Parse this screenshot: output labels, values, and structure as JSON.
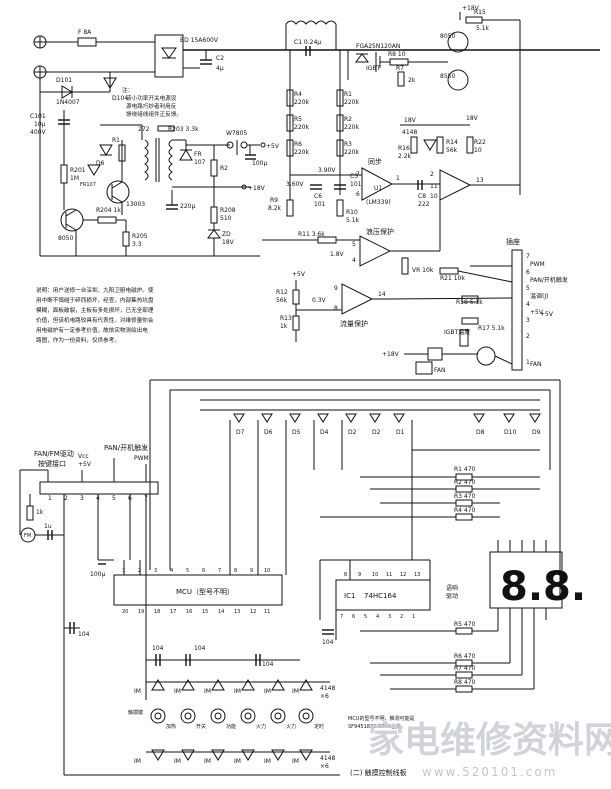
{
  "top_circuit": {
    "fuse": "F 8A",
    "bridge": "BD 15A600V",
    "c_bridge": [
      "C2",
      "4μ"
    ],
    "diode_d101": [
      "D101",
      "1N4007"
    ],
    "d104": "D104",
    "c101": [
      "C101",
      "10μ",
      "400V"
    ],
    "r201": [
      "R201",
      "1M"
    ],
    "r204": "R204 1k",
    "r205": [
      "R205",
      "3.3"
    ],
    "q8050": "8050",
    "q13003": "13003",
    "d6": "D6",
    "r1": "R1",
    "fr107a": "FR107",
    "r272": "272",
    "r203": "R203 3.3k",
    "fr107b": [
      "FR",
      "107"
    ],
    "c220": "220μ",
    "r2": "R2",
    "reg7805": "W7805",
    "c100": "100μ",
    "v5": "+5V",
    "v18": "+18V",
    "r208": [
      "R208",
      "510"
    ],
    "zd18": [
      "ZD",
      "18V"
    ],
    "coil_c1": "C1 0.24μ",
    "igbt": [
      "FGA25N120AN",
      "IGBT"
    ],
    "r8": "R8  10",
    "r7": "R7",
    "r7v": "2k",
    "rail18": "+18V",
    "r15": [
      "R15",
      "5.1k"
    ],
    "q8050b": "8050",
    "q8550": "8550",
    "r4": [
      "R4",
      "220k"
    ],
    "r5": [
      "R5",
      "220k"
    ],
    "r6": [
      "R6",
      "220k"
    ],
    "r1b": [
      "R1",
      "220k"
    ],
    "r2b": [
      "R2",
      "220k"
    ],
    "r3": [
      "R3",
      "220k"
    ],
    "c4148": "4148",
    "r16": [
      "R16",
      "2.2k"
    ],
    "r14": [
      "R14",
      "56k"
    ],
    "r22": [
      "R22",
      "10"
    ],
    "rail18b": "18V",
    "sync": "同步",
    "v360": "3.60V",
    "v390": "3.90V",
    "c5": [
      "C5",
      "101"
    ],
    "c6": [
      "C6",
      "101"
    ],
    "u1": [
      "U1",
      "(LM339)"
    ],
    "c8": [
      "C8",
      "222"
    ],
    "pins": [
      "7",
      "6",
      "1",
      "2",
      "11",
      "10",
      "13",
      "5",
      "4",
      "9",
      "8",
      "14"
    ],
    "r9": [
      "R9",
      "8.2k"
    ],
    "r10": [
      "R10",
      "5.1k"
    ],
    "r11": "R11 3.6k",
    "v18b": "1.8V",
    "surge": "浪压保护",
    "vr": "VR 10k",
    "r21": "R21 10k",
    "r12": [
      "R12",
      "56k"
    ],
    "r13": [
      "R13",
      "1k"
    ],
    "v03": "0.3V",
    "flow": "流量保护",
    "p5v": "+5V",
    "p5v2": "+5V",
    "r18": "R18 5.1k",
    "r17": "R17 5.1k",
    "igbt_temp": "IGBT温度",
    "fan_vcc": "+18V",
    "fan": "FAN",
    "connector_title": "插座",
    "connector_pins": [
      "7",
      "6",
      "5",
      "4",
      "3",
      "2",
      "1"
    ],
    "connector_labels": [
      "PWM",
      "PAN/开机触发",
      "温调(J)",
      "+5V",
      "",
      "FAN"
    ],
    "note_lines": [
      "说明：用户送修一台深圳、九阳卫厨电磁炉。使",
      "用中断不慎碰于碎而损坏，经查，内部集热坑盘",
      "模糊，面板破裂，主板有多处损坏，已无全部理",
      "价值，但该机电路较具有代表性，对维修量你会",
      "用电磁炉有一定参考价值，故依实物测绘出电",
      "路图，作为一份资料，仅供参考。"
    ],
    "side_note": [
      "注：",
      "该小功率开关电源设",
      "源电路巧妙者利用反",
      "馈绕组线组件正反馈。"
    ]
  },
  "bottom_circuit": {
    "connector_title": [
      "FAN/FM驱动",
      "按键接口"
    ],
    "vcc": "Vcc",
    "v5": "+5V",
    "pan_title": "PAN/开机触发",
    "pwm": "PWM",
    "conn_pins": [
      "1",
      "2",
      "3",
      "4",
      "5",
      "6",
      "7"
    ],
    "r1k": "1k",
    "fm": "FM",
    "cap1u": "1u",
    "cap100u": "100μ",
    "mcu": "MCU（型号不明）",
    "mcu_top_pins": [
      "1",
      "2",
      "3",
      "4",
      "5",
      "6",
      "7",
      "8",
      "9",
      "10"
    ],
    "mcu_bot_pins": [
      "20",
      "19",
      "18",
      "17",
      "16",
      "15",
      "14",
      "13",
      "12",
      "11"
    ],
    "c104": "104",
    "ic1": [
      "IC1",
      "74HC164"
    ],
    "ic_top_pins": [
      "8",
      "9",
      "10",
      "11",
      "12",
      "13"
    ],
    "ic_bot_pins": [
      "7",
      "6",
      "5",
      "4",
      "3",
      "2",
      "1"
    ],
    "speaker": [
      "语响",
      "驱动"
    ],
    "leds": [
      "D7",
      "D6",
      "D5",
      "D4",
      "D2",
      "D2",
      "D1",
      "D8",
      "D10",
      "D9"
    ],
    "seg_resistors": [
      "R1 470",
      "R2 470",
      "R3 470",
      "R4 470"
    ],
    "seg_resistors_b": [
      "R5 470",
      "R6 470",
      "R7 470",
      "R8 470"
    ],
    "display": "8.8.",
    "c104b": "104",
    "key_labels": [
      "触摸键",
      "加热",
      "开关",
      "功能",
      "火力",
      "火力",
      "定时"
    ],
    "diode4148": "4148",
    "x6": "×6",
    "diode4148b": "4148",
    "x6b": "×6",
    "im": "IM",
    "mcu_note": [
      "MCU的型号不明，推测可能是",
      "SF9451822 8054之类。"
    ],
    "board_title": "(二) 触摸控制线板"
  },
  "watermark": {
    "text": "家电维修资料网",
    "url": "www.520101.com"
  }
}
